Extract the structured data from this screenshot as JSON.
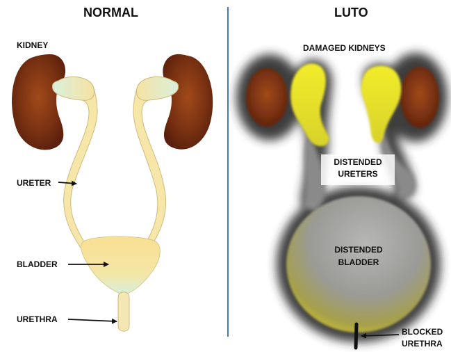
{
  "normal": {
    "title": "NORMAL",
    "labels": {
      "kidney": "KIDNEY",
      "ureter": "URETER",
      "bladder": "BLADDER",
      "urethra": "URETHRA"
    }
  },
  "luto": {
    "title": "LUTO",
    "labels": {
      "damaged_kidneys": "DAMAGED KIDNEYS",
      "distended_ureters_1": "DISTENDED",
      "distended_ureters_2": "URETERS",
      "distended_bladder_1": "DISTENDED",
      "distended_bladder_2": "BLADDER",
      "blocked_urethra_1": "BLOCKED",
      "blocked_urethra_2": "URETHRA"
    }
  },
  "colors": {
    "kidney": "#6b2a10",
    "kidney_light": "#8a3c17",
    "ureter_normal": "#f6e6a8",
    "ureter_outline": "#c8b67a",
    "bladder_normal": "#f9e29a",
    "bladder_tint": "#d7f0dc",
    "luto_yellow": "#e8e52d",
    "luto_gray": "#8d8d8d",
    "shadow": "#2a2a2a",
    "divider": "#4a78b0"
  }
}
